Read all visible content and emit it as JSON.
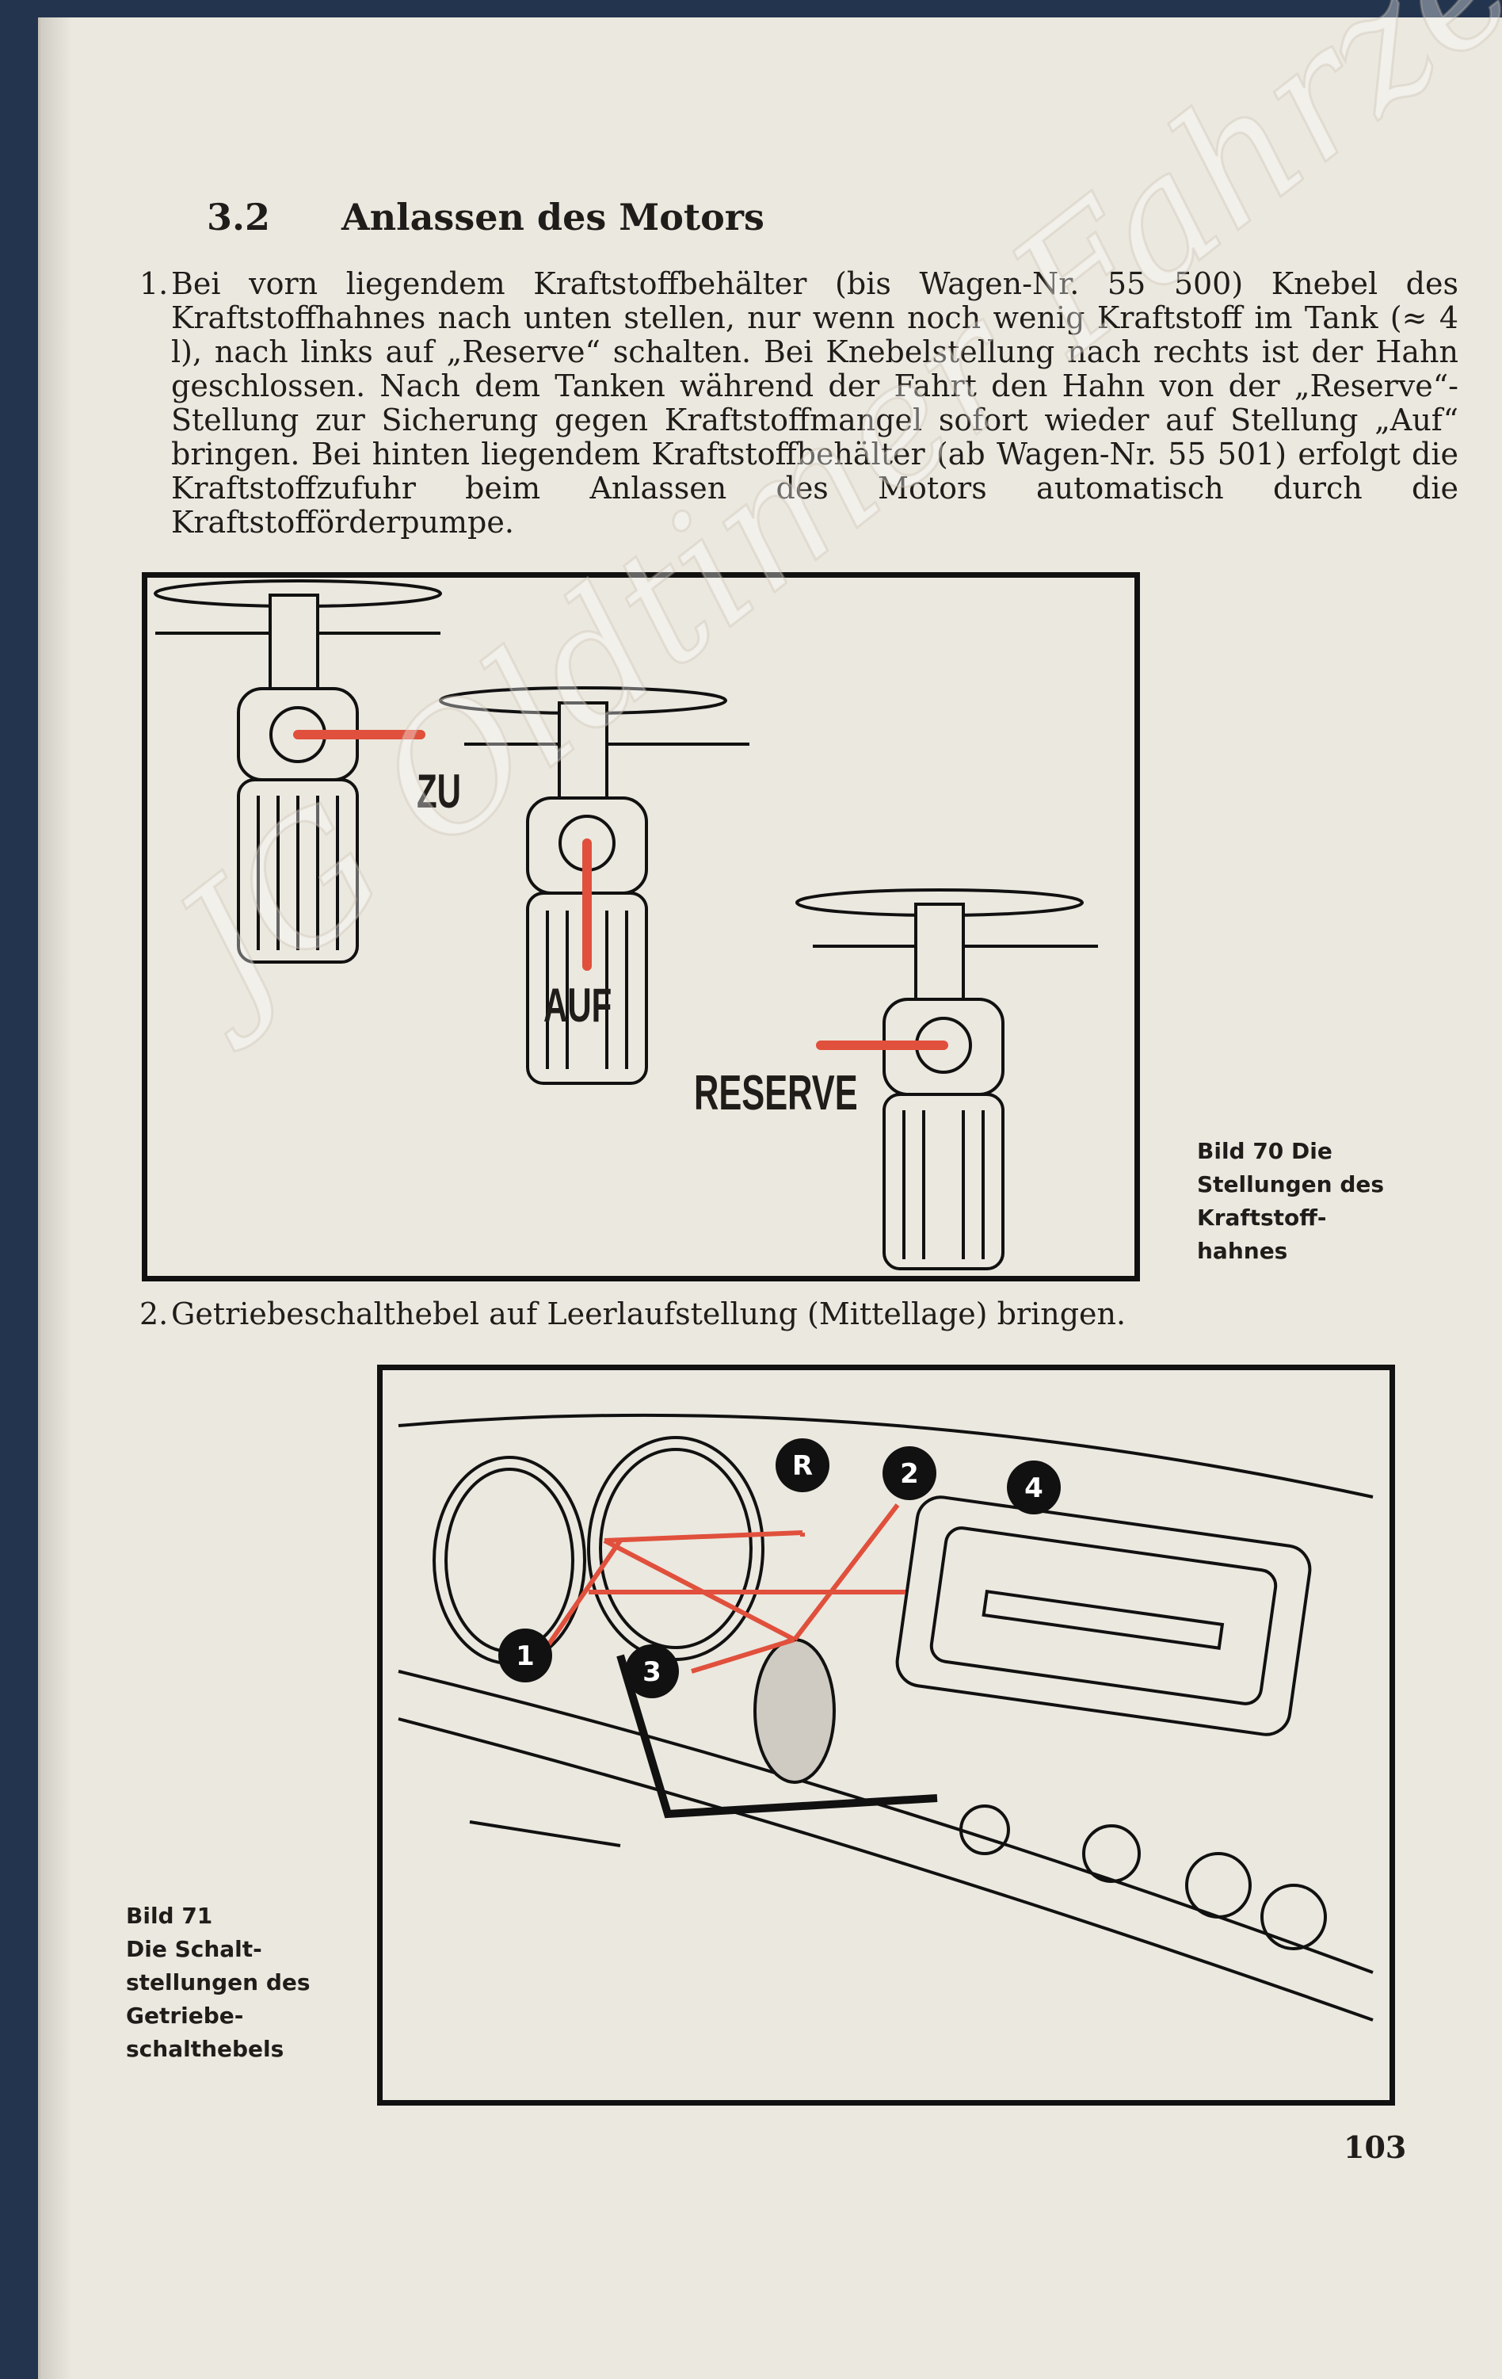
{
  "section": {
    "number": "3.2",
    "title": "Anlassen des Motors"
  },
  "items": [
    {
      "number": "1.",
      "text": "Bei vorn liegendem Kraftstoffbehälter (bis Wagen-Nr. 55 500) Knebel des Kraftstoffhahnes nach unten stellen, nur wenn noch wenig Kraftstoff im Tank (≈ 4 l), nach links auf „Reserve“ schalten. Bei Knebelstellung nach rechts ist der Hahn geschlossen. Nach dem Tanken während der Fahrt den Hahn von der „Reserve“-Stellung zur Sicherung gegen Kraftstoffmangel sofort wieder auf Stellung „Auf“ bringen. Bei hinten liegendem Kraftstoffbehälter (ab Wagen-Nr. 55 501) erfolgt die Kraftstoffzufuhr beim Anlassen des Motors automatisch durch die Kraftstofförderpumpe."
    },
    {
      "number": "2.",
      "text": "Getriebeschalthebel auf Leerlaufstellung (Mittellage) bringen."
    }
  ],
  "figure70": {
    "labels": {
      "zu": "ZU",
      "auf": "AUF",
      "reserve": "RESERVE"
    },
    "caption": [
      "Bild 70 Die",
      "Stellungen des",
      "Kraftstoff-",
      "hahnes"
    ]
  },
  "figure71": {
    "gears": [
      "R",
      "2",
      "4",
      "1",
      "3"
    ],
    "caption": [
      "Bild 71",
      "Die Schalt-",
      "stellungen des",
      "Getriebe-",
      "schalthebels"
    ]
  },
  "page_number": "103",
  "watermark": "JG Oldtimer Fahrzeuge",
  "colors": {
    "paper": "#ebe8df",
    "ink": "#1f1d1a",
    "accent_red": "#e0503c",
    "cover": "#23344e"
  }
}
